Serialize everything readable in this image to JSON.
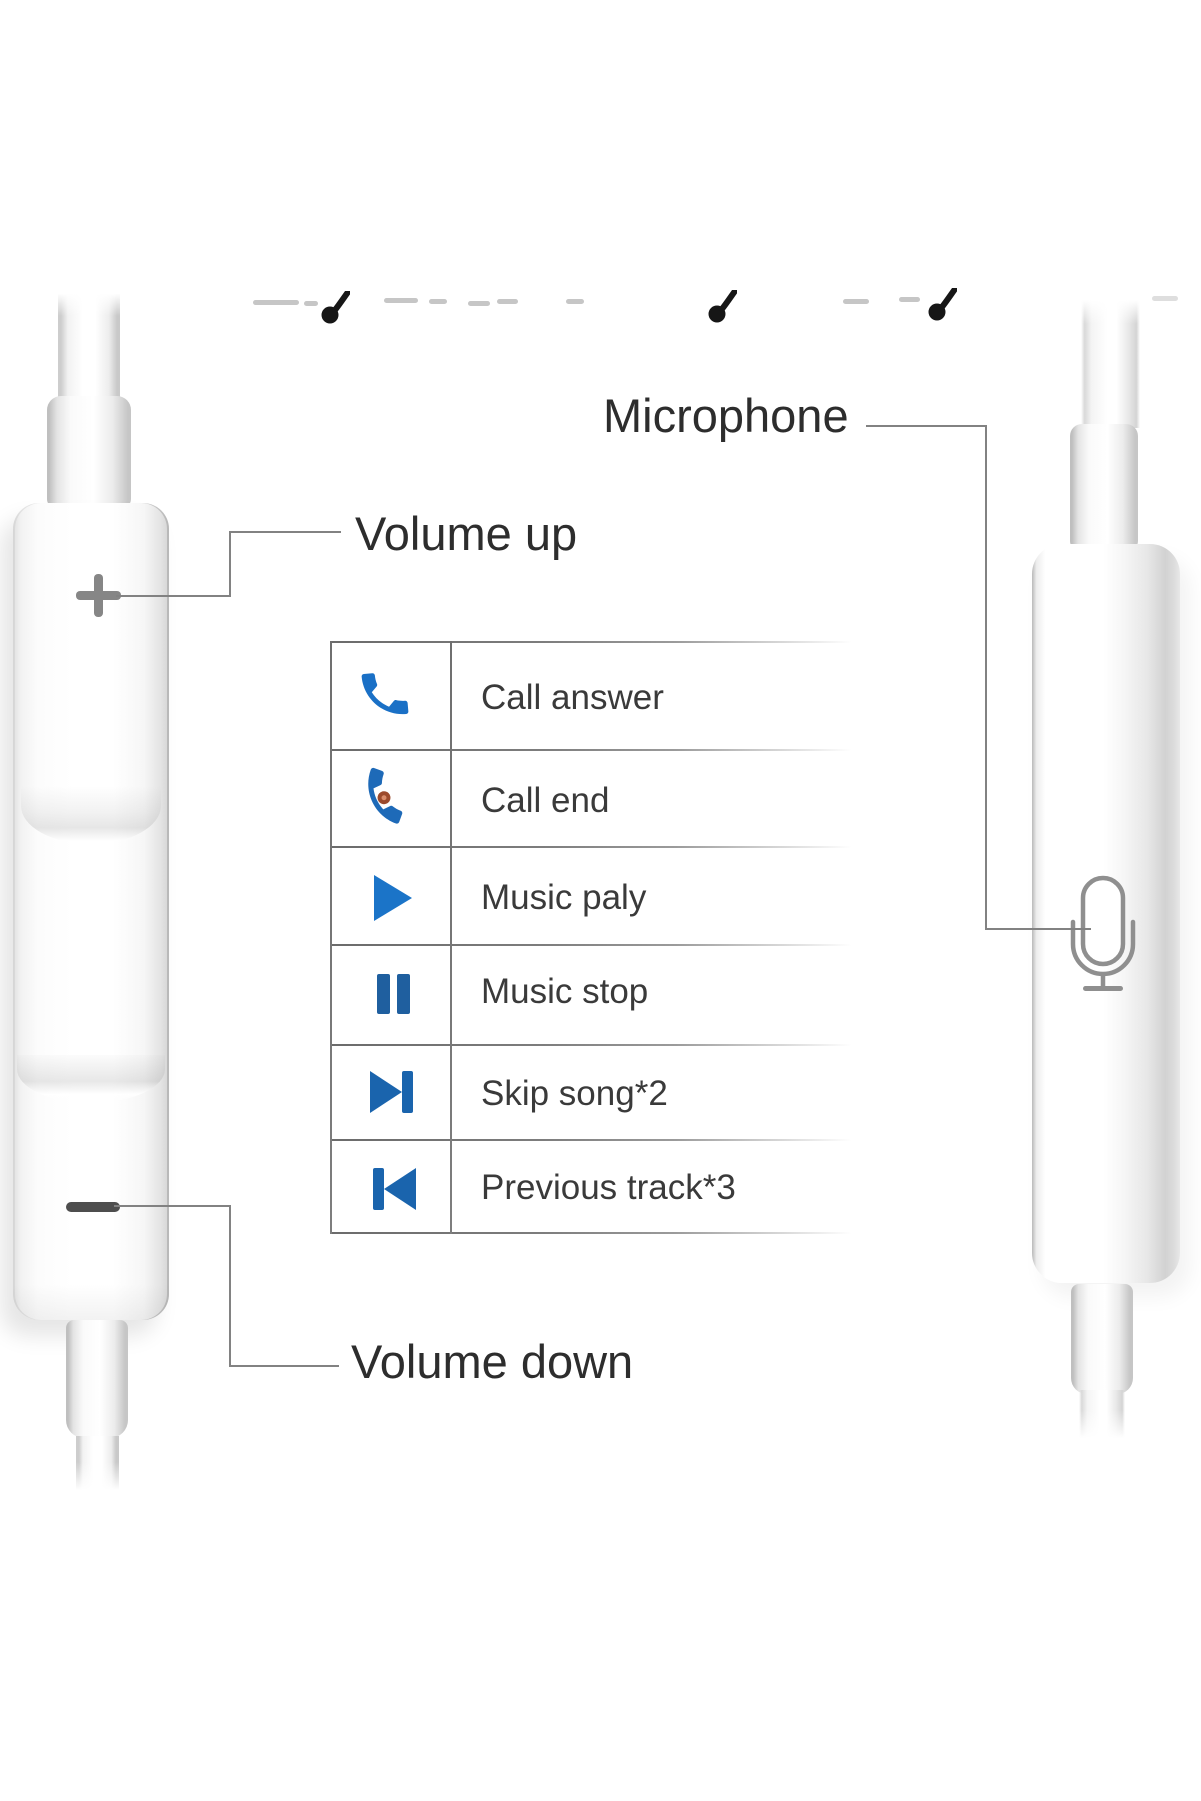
{
  "diagram": {
    "subject": "wired earphone in-line remote control functions",
    "background_color": "#ffffff"
  },
  "labels": {
    "microphone": "Microphone",
    "volume_up": "Volume up",
    "volume_down": "Volume down"
  },
  "controls_table": {
    "rows": [
      {
        "icon": "call-answer-icon",
        "label": "Call answer"
      },
      {
        "icon": "call-end-icon",
        "label": "Call end"
      },
      {
        "icon": "music-play-icon",
        "label": "Music paly"
      },
      {
        "icon": "music-stop-icon",
        "label": "Music stop"
      },
      {
        "icon": "skip-song-icon",
        "label": "Skip song*2"
      },
      {
        "icon": "previous-track-icon",
        "label": "Previous track*3"
      }
    ]
  },
  "device": {
    "left_remote": {
      "volume_up_symbol": "plus",
      "volume_down_symbol": "minus",
      "center_area": "click-button-recess"
    },
    "right_remote": {
      "mic_icon": "microphone-outline-icon"
    }
  },
  "colors": {
    "icon_blue": "#1a70c6",
    "pause_blue": "#1f5f9f",
    "skip_blue": "#1a64ad",
    "call_end_dot": "#9c4a2c",
    "leader_line": "#828282",
    "table_line": "#6f6f6f",
    "label_text": "#2d2d2d",
    "table_text": "#3a3a3a"
  }
}
